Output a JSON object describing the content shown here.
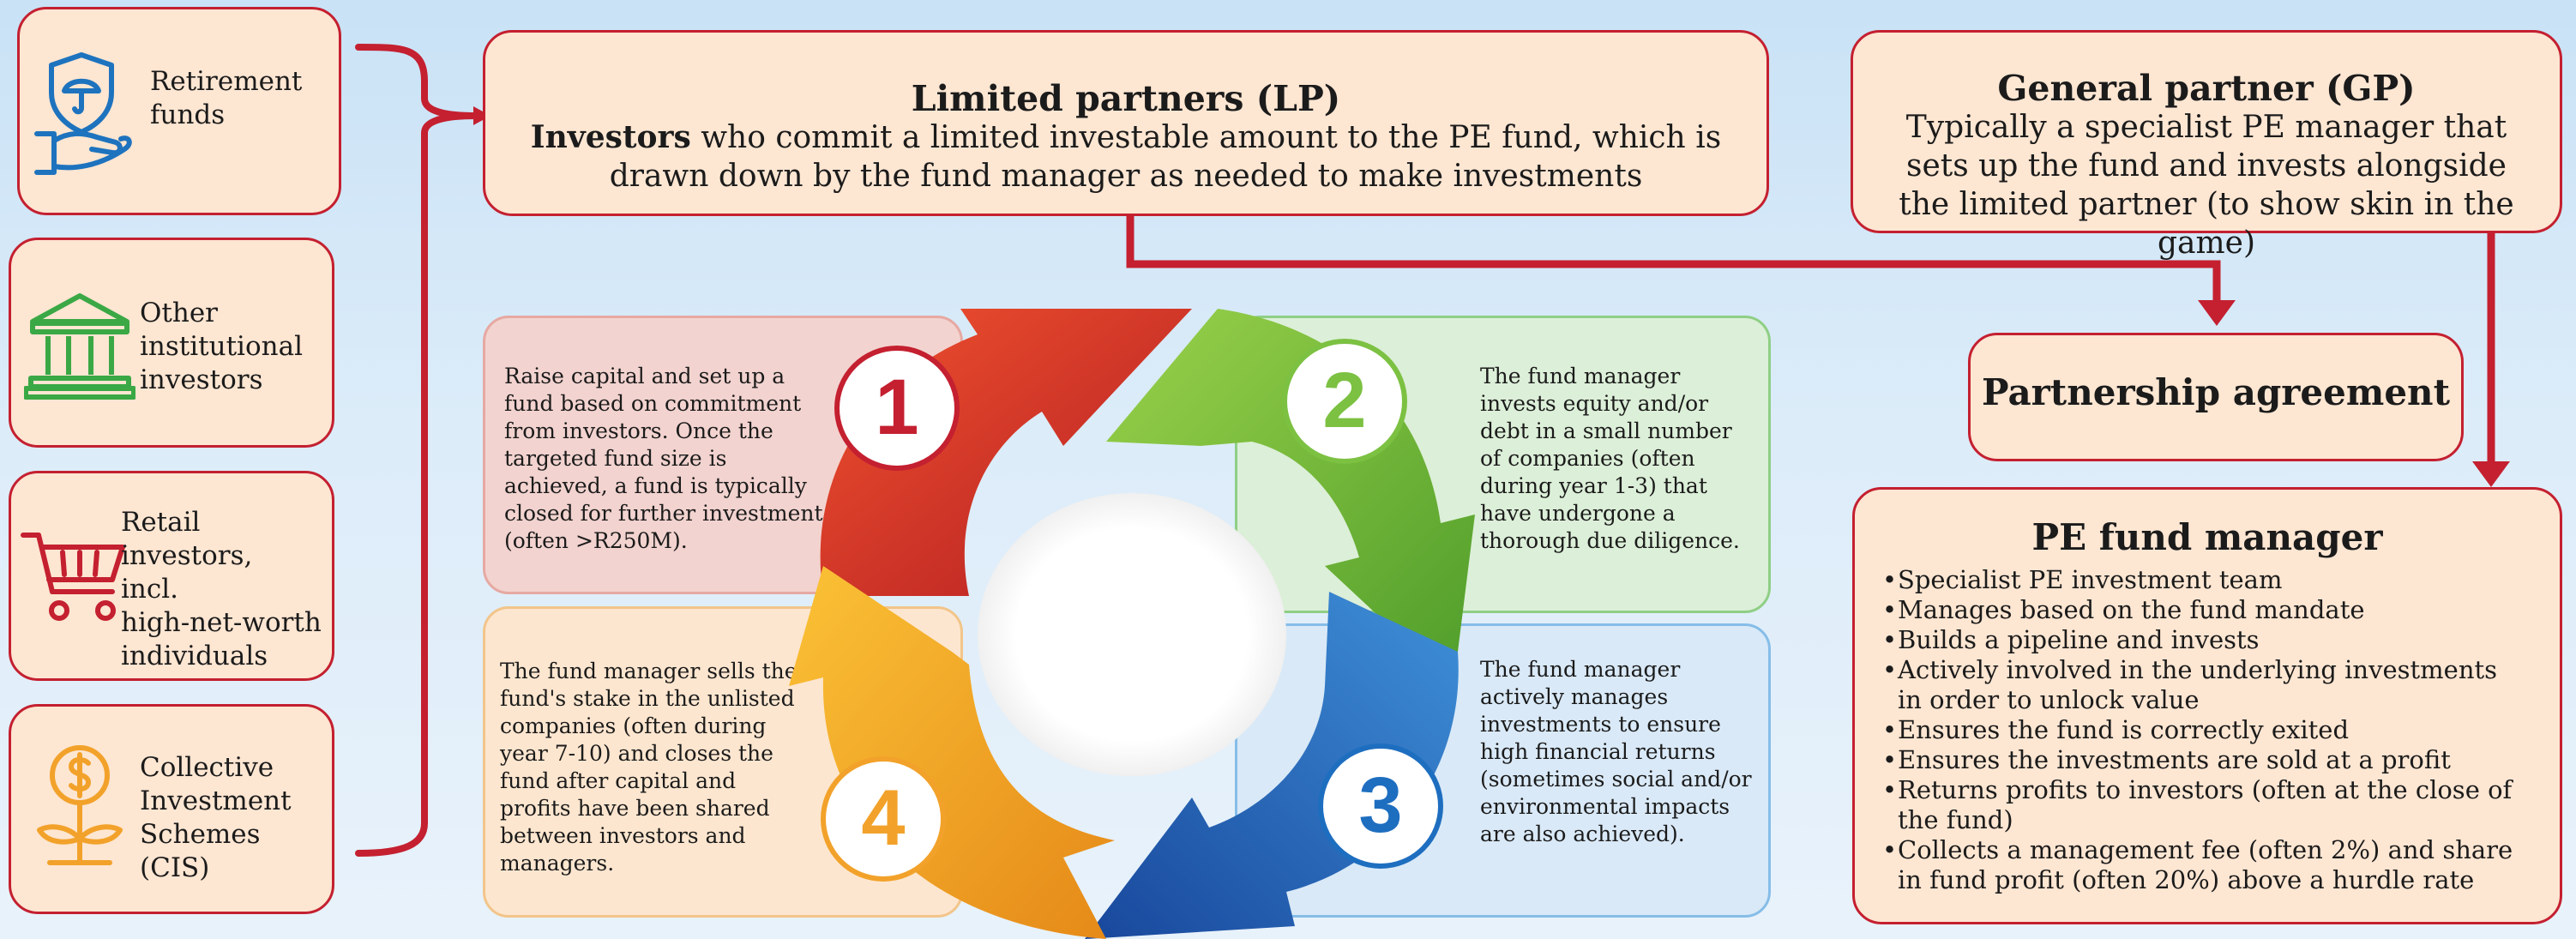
{
  "investors": [
    {
      "label": "Retirement\nfunds",
      "icon": "retirement-umbrella-hand-icon",
      "color": "#1e73be"
    },
    {
      "label": "Other\ninstitutional\ninvestors",
      "icon": "institution-building-icon",
      "color": "#3aa845"
    },
    {
      "label": "Retail investors,\nincl.\nhigh-net-worth\nindividuals",
      "icon": "shopping-cart-icon",
      "color": "#c42030"
    },
    {
      "label": "Collective\nInvestment\nSchemes (CIS)",
      "icon": "money-plant-icon",
      "color": "#f2a22a"
    }
  ],
  "lp": {
    "title": "Limited partners (LP)",
    "body_bold": "Investors",
    "body": " who commit a limited investable amount to the PE fund, which is drawn down by the fund manager as needed to make investments"
  },
  "gp": {
    "title": "General partner (GP)",
    "body": "Typically a specialist PE manager that sets up the fund and invests alongside the limited partner (to show skin in the game)"
  },
  "partnership": {
    "title": "Partnership agreement"
  },
  "pe_manager": {
    "title": "PE fund manager",
    "items": [
      "Specialist PE investment team",
      "Manages based on the fund mandate",
      "Builds a pipeline and invests",
      "Actively involved in the underlying investments in order to unlock value",
      "Ensures the fund is correctly exited",
      "Ensures the investments are sold at a profit",
      "Returns profits to investors (often at the close of the fund)",
      "Collects a management fee (often 2%) and share in fund profit (often 20%) above a hurdle rate"
    ]
  },
  "stages": [
    {
      "number": "1",
      "text": "Raise capital and set up a fund based on commitment from investors. Once the targeted fund size is achieved, a fund is typically closed for further investment (often >R250M).",
      "color": "#c42030",
      "fill": "#f2d3cf"
    },
    {
      "number": "2",
      "text": "The fund manager invests equity and/or debt in a small number of companies (often during year 1-3) that have undergone a thorough due diligence.",
      "color": "#7cc142",
      "fill": "#dcefd8"
    },
    {
      "number": "3",
      "text": "The fund manager actively manages investments to ensure high financial returns (sometimes social and/or environmental impacts are also achieved).",
      "color": "#1e6ec0",
      "fill": "#d9e9f7"
    },
    {
      "number": "4",
      "text": "The fund manager sells the fund's stake in the unlisted companies (often during year 7-10) and closes the fund after capital and profits have been shared between investors and managers.",
      "color": "#f2a22a",
      "fill": "#fde6cf"
    }
  ]
}
